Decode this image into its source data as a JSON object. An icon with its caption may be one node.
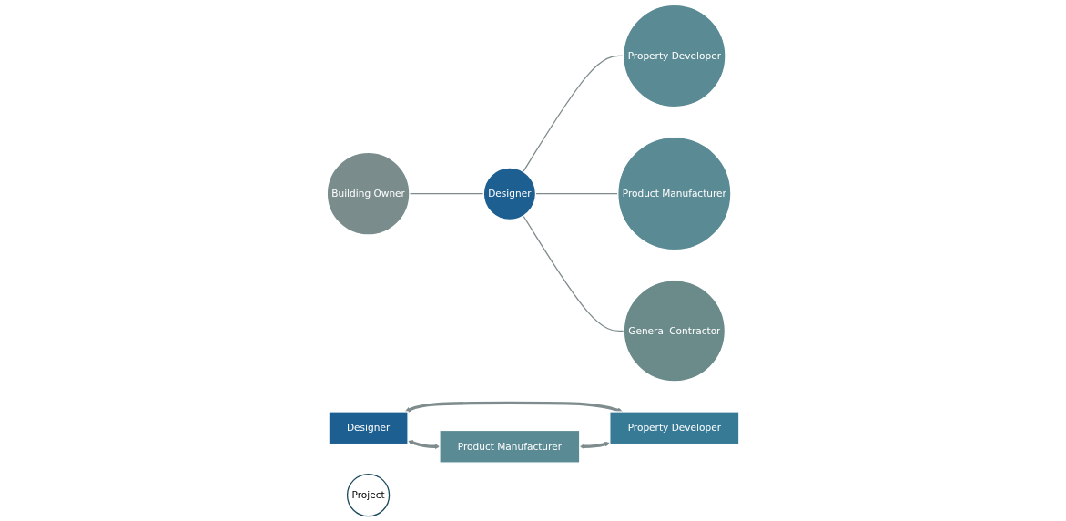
{
  "diagram": {
    "nodes": [
      {
        "text": [
          "Property Developer"
        ]
      },
      {
        "text": [
          "Building Owner"
        ]
      },
      {
        "text": [
          "Designer"
        ]
      },
      {
        "text": [
          "Product Manufacturer"
        ]
      },
      {
        "text": [
          "General Contractor"
        ]
      },
      {
        "text": [
          "Designer"
        ]
      },
      {
        "text": [
          "Project"
        ]
      },
      {
        "text": [
          "Product Manufacturer"
        ]
      },
      {
        "text": [
          "Property Developer"
        ]
      }
    ],
    "edges": [
      {
        "from": 2,
        "to": 0,
        "arrow": "none"
      },
      {
        "from": 1,
        "to": 2,
        "arrow": "none"
      },
      {
        "from": 2,
        "to": 3,
        "arrow": "none"
      },
      {
        "from": 2,
        "to": 4,
        "arrow": "none"
      },
      {
        "from": 5,
        "to": 7,
        "arrow": "both",
        "style": "thick"
      },
      {
        "from": 5,
        "to": 8,
        "arrow": "both",
        "style": "thick"
      },
      {
        "from": 7,
        "to": 8,
        "arrow": "both",
        "style": "thick"
      }
    ]
  }
}
